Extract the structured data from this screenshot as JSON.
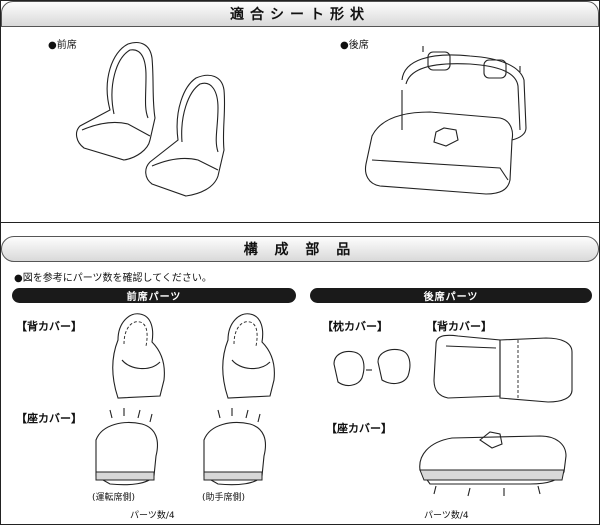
{
  "top_title": "適合シート形状",
  "front_seat_label": "●前席",
  "rear_seat_label": "●後席",
  "components_title": "構 成 部 品",
  "instruction": "●図を参考にパーツ数を確認してください。",
  "front_parts": {
    "header": "前席パーツ",
    "back_cover": "【背カバー】",
    "seat_cover": "【座カバー】",
    "driver_side": "(運転席側)",
    "passenger_side": "(助手席側)",
    "count": "パーツ数/4"
  },
  "rear_parts": {
    "header": "後席パーツ",
    "headrest_cover": "【枕カバー】",
    "back_cover": "【背カバー】",
    "seat_cover": "【座カバー】",
    "count": "パーツ数/4"
  }
}
